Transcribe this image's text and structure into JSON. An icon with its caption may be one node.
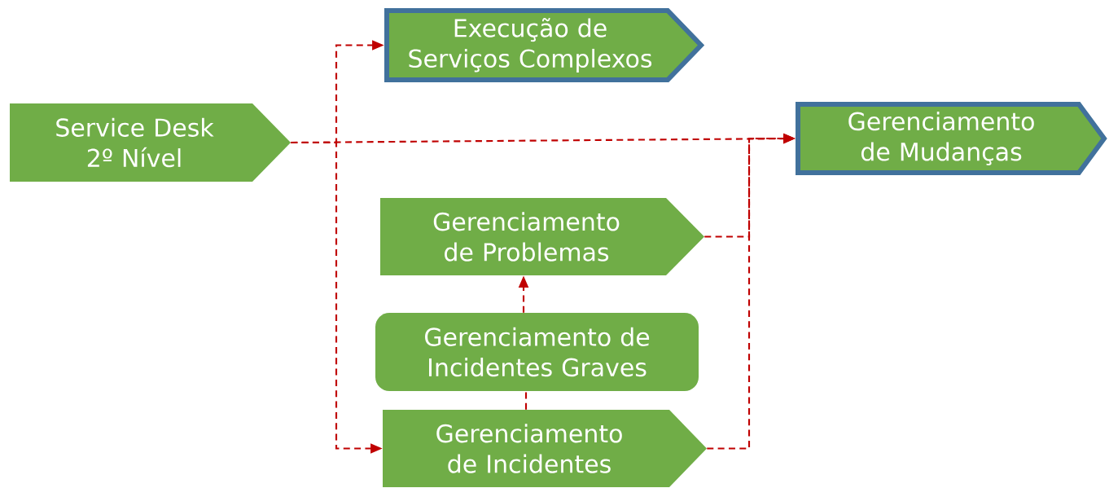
{
  "diagram": {
    "nodes": [
      {
        "text": [
          "Service Desk 2º Nível"
        ]
      },
      {
        "text": [
          "Execução de Serviços Complexos"
        ]
      },
      {
        "text": [
          "Gerenciamento de Mudanças"
        ]
      },
      {
        "text": [
          "Gerenciamento de Problemas"
        ]
      },
      {
        "text": [
          "Gerenciamento de Incidentes Graves"
        ]
      },
      {
        "text": [
          "Gerenciamento de Incidentes"
        ]
      }
    ],
    "edges": [
      {
        "from": 0,
        "to": 1,
        "arrow": "to"
      },
      {
        "from": 0,
        "to": 5,
        "arrow": "to"
      },
      {
        "from": 0,
        "to": 2,
        "arrow": "to"
      },
      {
        "from": 3,
        "to": 2,
        "arrow": "to"
      },
      {
        "from": 5,
        "to": 2,
        "arrow": "to"
      },
      {
        "from": 5,
        "to": 4,
        "arrow": "none"
      },
      {
        "from": 4,
        "to": 3,
        "arrow": "to"
      }
    ]
  }
}
